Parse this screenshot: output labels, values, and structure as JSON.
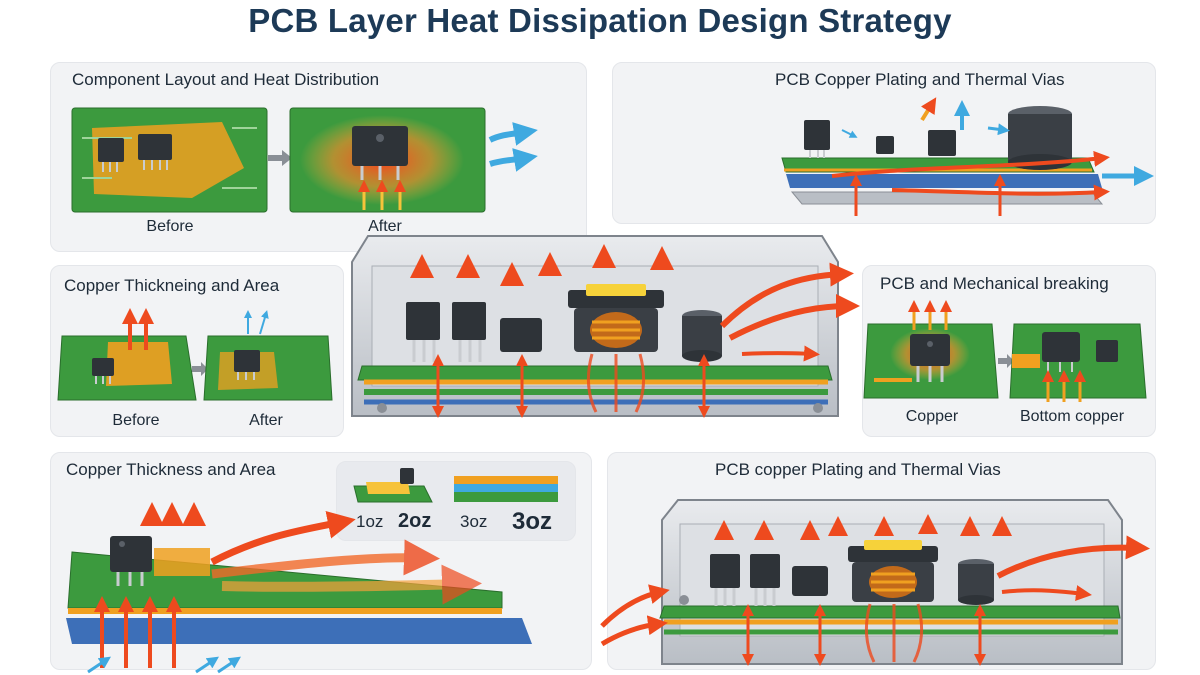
{
  "title": "PCB Layer Heat Dissipation Design Strategy",
  "panels": {
    "layout": {
      "title": "Component Layout and Heat Distribution",
      "before": "Before",
      "after": "After"
    },
    "plating_top": {
      "title": "PCB Copper Plating and Thermal Vias"
    },
    "thickening": {
      "title": "Copper Thickneing and Area",
      "before": "Before",
      "after": "After"
    },
    "mechanical": {
      "title": "PCB and Mechanical breaking",
      "copper": "Copper",
      "bottom_copper": "Bottom copper"
    },
    "thickness": {
      "title": "Copper Thickness and Area",
      "oz": [
        "1oz",
        "2oz",
        "3oz",
        "3oz"
      ]
    },
    "plating_bottom": {
      "title": "PCB copper Plating and Thermal Vias"
    }
  },
  "colors": {
    "pcb_green": "#3c9a3e",
    "copper_orange": "#f0a020",
    "heat_red": "#ee4a1e",
    "cool_blue": "#3fa9e0",
    "title_navy": "#1d3a57"
  }
}
